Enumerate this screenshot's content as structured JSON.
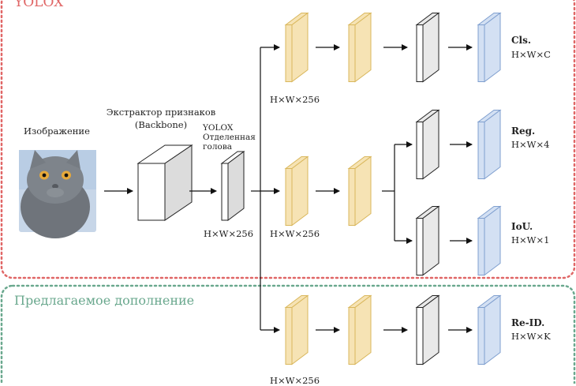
{
  "regions": {
    "yolox": {
      "label": "YOLOX",
      "color": "#e06666"
    },
    "addon": {
      "label": "Предлагаемое дополнение",
      "color": "#6aa88e"
    }
  },
  "input": {
    "label": "Изображение",
    "image_alt": "gray cat photo"
  },
  "backbone": {
    "label_line1": "Экстрактор признаков",
    "label_line2": "(Backbone)"
  },
  "neck": {
    "label_line1": "YOLOX",
    "label_line2": "Отделенная",
    "label_line3": "голова",
    "dim": "H×W×256"
  },
  "branches": {
    "cls_dim": "H×W×256",
    "reg_dim": "H×W×256",
    "reid_dim": "H×W×256"
  },
  "outputs": {
    "cls": {
      "name": "Cls.",
      "dim": "H×W×C"
    },
    "reg": {
      "name": "Reg.",
      "dim": "H×W×4"
    },
    "iou": {
      "name": "IoU.",
      "dim": "H×W×1"
    },
    "reid": {
      "name": "Re-ID.",
      "dim": "H×W×K"
    }
  },
  "colors": {
    "feature_block": "#f6e3b4",
    "feature_block_edge": "#d9b75c",
    "out_block": "#d3e0f3",
    "out_block_edge": "#7f9fcf",
    "plain_block": "#ffffff",
    "gray_block": "#e9e9e9"
  }
}
